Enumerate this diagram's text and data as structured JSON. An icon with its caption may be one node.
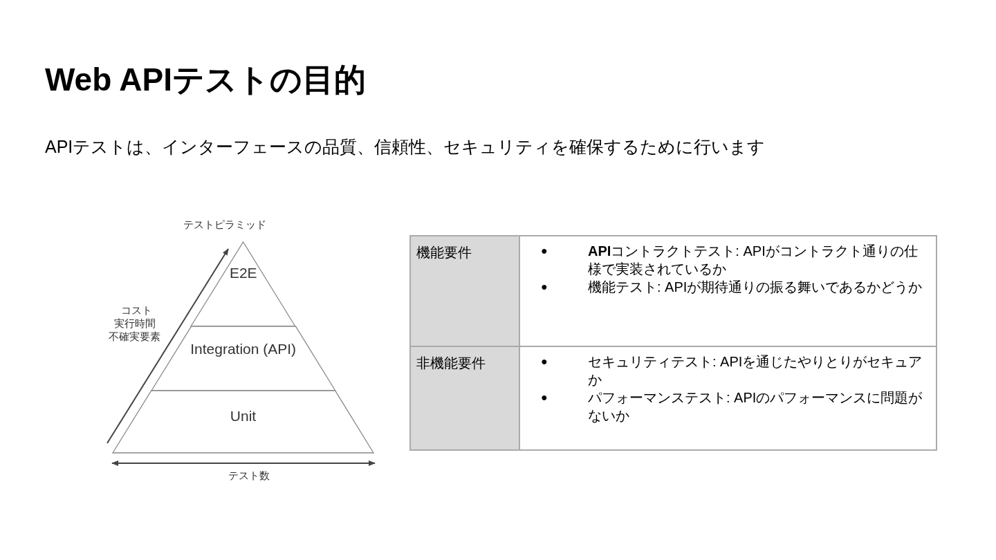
{
  "diagram": {
    "title": "Web APIテストの目的",
    "nodes": [
      {
        "text": [
          "E2E"
        ]
      },
      {
        "text": [
          "Integration (API)"
        ]
      },
      {
        "text": [
          "Unit"
        ]
      }
    ],
    "edges": [],
    "labels": [
      "APIテストは、インターフェースの品質、信頼性、セキュリティを確保するために行います",
      "テストピラミッド",
      "コスト",
      "実行時間",
      "不確実要素",
      "テスト数",
      "機能要件",
      "●",
      "**API**コントラクトテスト: APIがコントラクト通りの仕様で実装されているか",
      "●",
      "機能テスト: APIが期待通りの振る舞いであるかどうか",
      "非機能要件",
      "●",
      "セキュリティテスト: APIを通じたやりとりがセキュアか",
      "●",
      "パフォーマンステスト: APIのパフォーマンスに問題がないか"
    ]
  }
}
